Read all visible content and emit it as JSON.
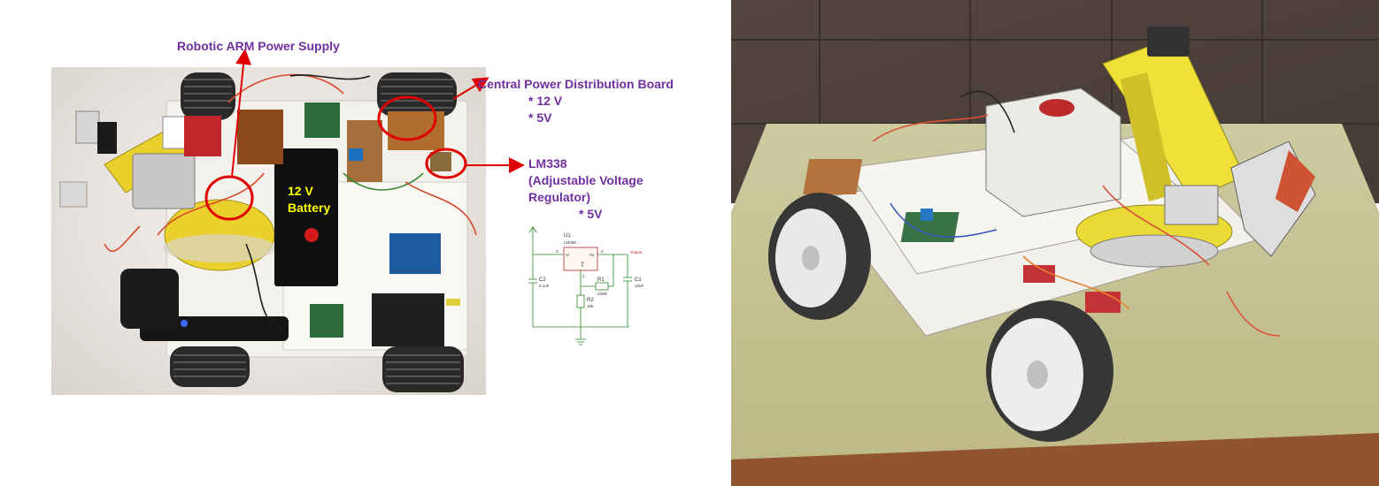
{
  "annotations": {
    "robotic_arm_power": "Robotic ARM Power Supply",
    "central_board_title": "Central Power Distribution Board",
    "central_board_12v": "* 12 V",
    "central_board_5v": "* 5V",
    "lm338_title": "LM338",
    "lm338_desc_line1": "(Adjustable Voltage",
    "lm338_desc_line2": "Regulator)",
    "lm338_5v": "* 5V",
    "battery_line1": "12 V",
    "battery_line2": "Battery"
  },
  "schematic": {
    "u1_ref": "U1",
    "u1_part": "LM338",
    "pin_vi": "Vi",
    "pin_vo": "Vo",
    "pin_adj": "Adj",
    "pin_1": "1",
    "pin_2": "2",
    "pin_3": "3",
    "output_label": "Output",
    "c2_ref": "C2",
    "c2_val": "0.1uF",
    "r1_ref": "R1",
    "r1_val": "330R",
    "c1_ref": "C1",
    "c1_val": "10uF",
    "r2_ref": "R2",
    "r2_val": "10k"
  },
  "colors": {
    "annotation_text": "#7030a0",
    "annotation_arrow": "#e00000",
    "battery_text": "#ffff00"
  }
}
